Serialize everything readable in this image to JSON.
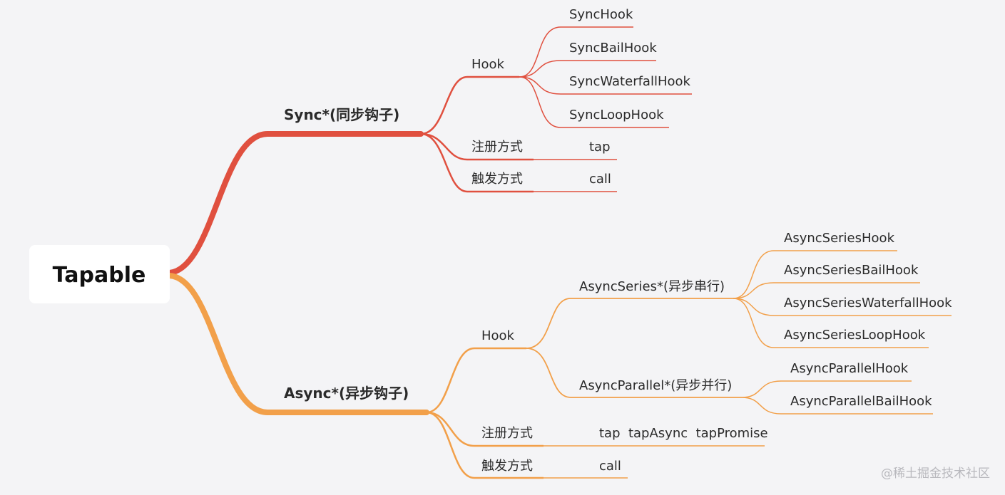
{
  "root": {
    "label": "Tapable"
  },
  "sync": {
    "label": "Sync*(同步钩子)",
    "hook": {
      "label": "Hook",
      "items": [
        "SyncHook",
        "SyncBailHook",
        "SyncWaterfallHook",
        "SyncLoopHook"
      ]
    },
    "register": {
      "label": "注册方式",
      "value": "tap"
    },
    "trigger": {
      "label": "触发方式",
      "value": "call"
    }
  },
  "async": {
    "label": "Async*(异步钩子)",
    "hook": {
      "label": "Hook",
      "series": {
        "label": "AsyncSeries*(异步串行)",
        "items": [
          "AsyncSeriesHook",
          "AsyncSeriesBailHook",
          "AsyncSeriesWaterfallHook",
          "AsyncSeriesLoopHook"
        ]
      },
      "parallel": {
        "label": "AsyncParallel*(异步并行)",
        "items": [
          "AsyncParallelHook",
          "AsyncParallelBailHook"
        ]
      }
    },
    "register": {
      "label": "注册方式",
      "value": "tap  tapAsync  tapPromise"
    },
    "trigger": {
      "label": "触发方式",
      "value": "call"
    }
  },
  "colors": {
    "sync_branch": "#e0503f",
    "async_branch": "#f2a04a",
    "background": "#f4f4f6",
    "root_box": "#ffffff"
  },
  "watermark": "@稀土掘金技术社区"
}
